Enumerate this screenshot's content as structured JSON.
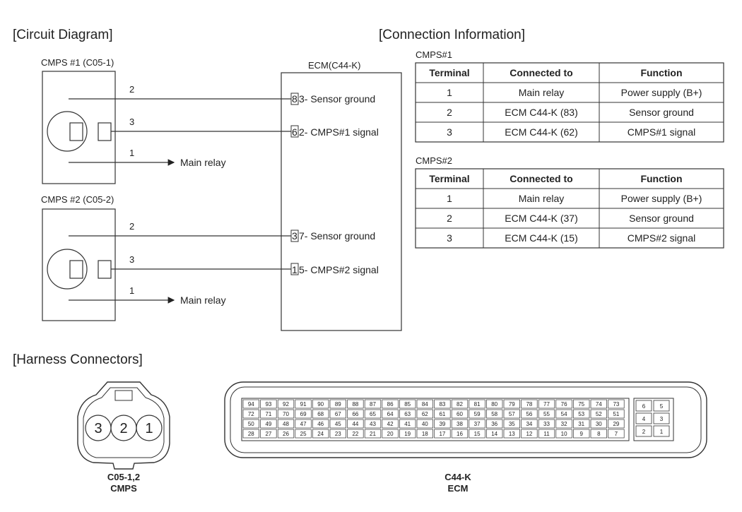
{
  "sections": {
    "circuit": "[Circuit Diagram]",
    "connection": "[Connection Information]",
    "harness": "[Harness Connectors]"
  },
  "circuit": {
    "cmps1_label": "CMPS #1 (C05-1)",
    "cmps2_label": "CMPS #2 (C05-2)",
    "ecm_label": "ECM(C44-K)",
    "sensor1": {
      "pin_ground": "2",
      "pin_signal": "3",
      "pin_power": "1",
      "main_relay": "Main relay",
      "ecm_ground_pin": "8",
      "ecm_ground_text": "3- Sensor ground",
      "ecm_signal_pin": "6",
      "ecm_signal_text": "2- CMPS#1 signal"
    },
    "sensor2": {
      "pin_ground": "2",
      "pin_signal": "3",
      "pin_power": "1",
      "main_relay": "Main relay",
      "ecm_ground_pin": "3",
      "ecm_ground_text": "7- Sensor ground",
      "ecm_signal_pin": "1",
      "ecm_signal_text": "5- CMPS#2 signal"
    }
  },
  "connection": {
    "headers": [
      "Terminal",
      "Connected to",
      "Function"
    ],
    "cmps1": {
      "title": "CMPS#1",
      "rows": [
        [
          "1",
          "Main relay",
          "Power supply (B+)"
        ],
        [
          "2",
          "ECM C44-K (83)",
          "Sensor ground"
        ],
        [
          "3",
          "ECM C44-K (62)",
          "CMPS#1 signal"
        ]
      ]
    },
    "cmps2": {
      "title": "CMPS#2",
      "rows": [
        [
          "1",
          "Main relay",
          "Power supply (B+)"
        ],
        [
          "2",
          "ECM C44-K (37)",
          "Sensor ground"
        ],
        [
          "3",
          "ECM C44-K (15)",
          "CMPS#2 signal"
        ]
      ]
    }
  },
  "harness": {
    "cmps_pins": [
      "3",
      "2",
      "1"
    ],
    "cmps_caption_1": "C05-1,2",
    "cmps_caption_2": "CMPS",
    "ecm_caption_1": "C44-K",
    "ecm_caption_2": "ECM",
    "ecm_rows": [
      [
        "94",
        "93",
        "92",
        "91",
        "90",
        "89",
        "88",
        "87",
        "86",
        "85",
        "84",
        "83",
        "82",
        "81",
        "80",
        "79",
        "78",
        "77",
        "76",
        "75",
        "74",
        "73"
      ],
      [
        "72",
        "71",
        "70",
        "69",
        "68",
        "67",
        "66",
        "65",
        "64",
        "63",
        "62",
        "61",
        "60",
        "59",
        "58",
        "57",
        "56",
        "55",
        "54",
        "53",
        "52",
        "51"
      ],
      [
        "50",
        "49",
        "48",
        "47",
        "46",
        "45",
        "44",
        "43",
        "42",
        "41",
        "40",
        "39",
        "38",
        "37",
        "36",
        "35",
        "34",
        "33",
        "32",
        "31",
        "30",
        "29"
      ],
      [
        "28",
        "27",
        "26",
        "25",
        "24",
        "23",
        "22",
        "21",
        "20",
        "19",
        "18",
        "17",
        "16",
        "15",
        "14",
        "13",
        "12",
        "11",
        "10",
        "9",
        "8",
        "7"
      ]
    ],
    "ecm_small_pins": [
      [
        "6",
        "5"
      ],
      [
        "4",
        "3"
      ],
      [
        "2",
        "1"
      ]
    ]
  }
}
